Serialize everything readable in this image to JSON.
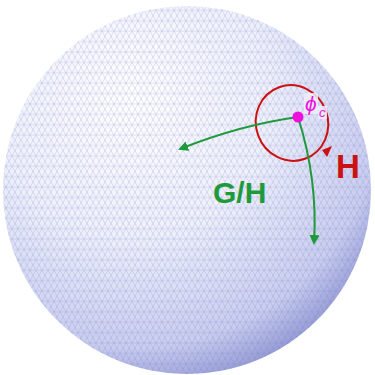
{
  "diagram": {
    "labels": [
      "ϕ",
      "c",
      "G/H",
      "H"
    ]
  }
}
